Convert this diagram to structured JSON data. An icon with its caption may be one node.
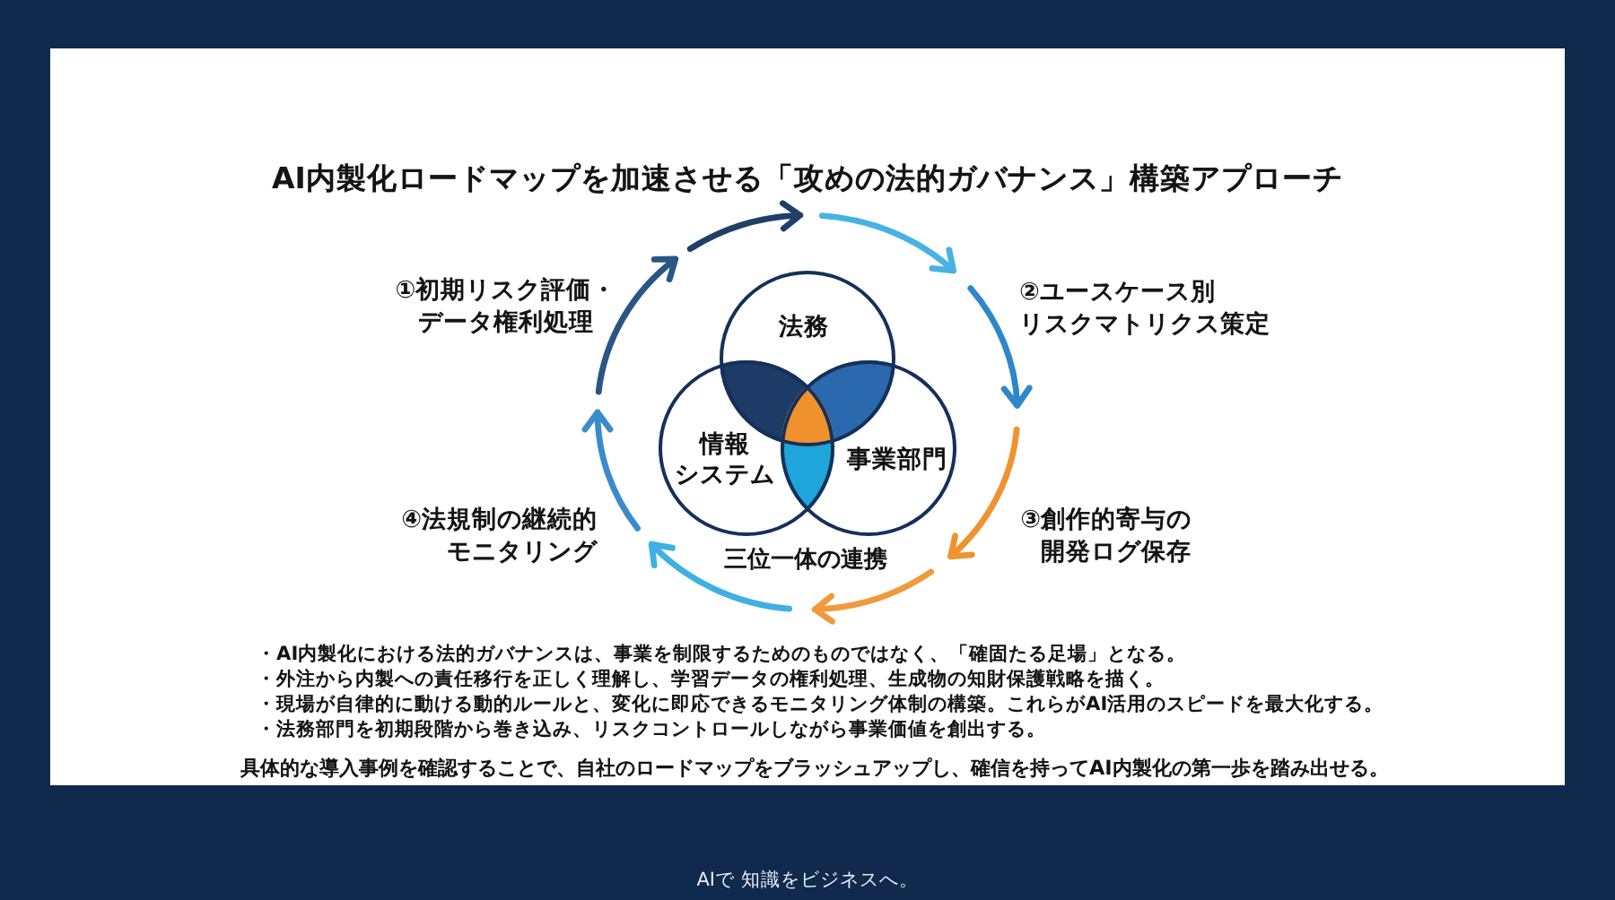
{
  "diagram": {
    "title": "AI内製化ロードマップを加速させる「攻めの法的ガバナンス」構築アプローチ",
    "nodes": [
      {
        "text": [
          "法務"
        ]
      },
      {
        "text": [
          "情報システム"
        ]
      },
      {
        "text": [
          "事業部門"
        ]
      }
    ],
    "labels": [
      "①初期リスク評価・データ権利処理",
      "②ユースケース別リスクマトリクス策定",
      "④法規制の継続的モニタリング",
      "③創作的寄与の開発ログ保存",
      "三位一体の連携",
      "・AI内製化における法的ガバナンスは、事業を制限するためのものではなく、「確固たる足場」となる。",
      "・外注から内製への責任移行を正しく理解し、学習データの権利処理、生成物の知財保護戦略を描く。",
      "・現場が自律的に動ける動的ルールと、変化に即応できるモニタリング体制の構築。これらがAI活用のスピードを最大化する。",
      "・法務部門を初期段階から巻き込み、リスクコントロールしながら事業価値を創出する。",
      "具体的な導入事例を確認することで、自社のロードマップをブラッシュアップし、確信を持ってAI内製化の第一歩を踏み出せる。",
      "AIで 知識をビジネスへ。"
    ]
  }
}
